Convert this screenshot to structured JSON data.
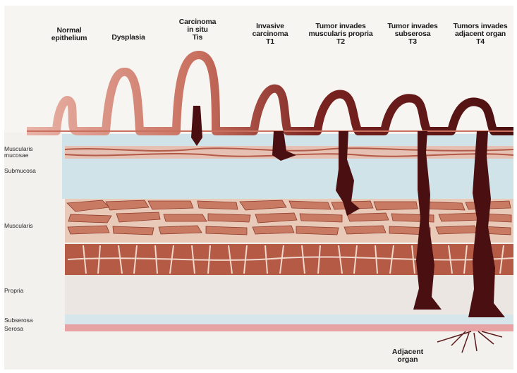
{
  "stages": [
    {
      "lines": [
        "Normal",
        "epithelium"
      ]
    },
    {
      "lines": [
        "Dysplasia"
      ]
    },
    {
      "lines": [
        "Carcinoma",
        "in situ",
        "Tis"
      ]
    },
    {
      "lines": [
        "Invasive",
        "carcinoma",
        "T1"
      ]
    },
    {
      "lines": [
        "Tumor invades",
        "muscularis propria",
        "T2"
      ]
    },
    {
      "lines": [
        "Tumor invades",
        "subserosa",
        "T3"
      ]
    },
    {
      "lines": [
        "Tumors invades",
        "adjacent organ",
        "T4"
      ]
    }
  ],
  "layers": {
    "muscularis_mucosae": [
      "Muscularis",
      "mucosae"
    ],
    "submucosa": [
      "Submucosa"
    ],
    "muscularis": [
      "Muscularis"
    ],
    "propria": [
      "Propria"
    ],
    "subserosa": [
      "Subserosa"
    ],
    "serosa": [
      "Serosa"
    ]
  },
  "adjacent_organ": [
    "Adjacent",
    "organ"
  ],
  "colors": {
    "background": "#f3f1ee",
    "submucosa": "#cfe3e8",
    "muscle_light": "#c87a62",
    "muscle_dark": "#b55a45",
    "epithelium": "#c96a5f",
    "tumor": "#4a0f10",
    "serosa": "#e7a3a3"
  }
}
